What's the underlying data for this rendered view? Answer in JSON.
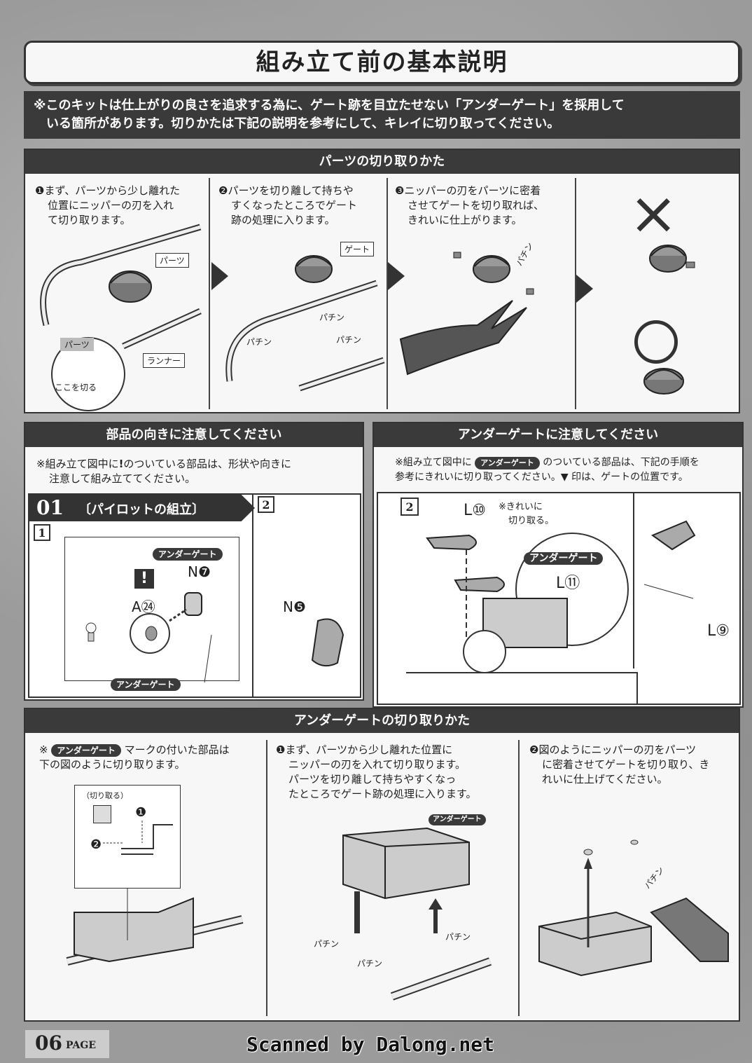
{
  "title": "組み立て前の基本説明",
  "intro": {
    "line1": "※このキットは仕上がりの良さを追求する為に、ゲート跡を目立たせない「アンダーゲート」を採用して",
    "line2": "　いる箇所があります。切りかたは下記の説明を参考にして、キレイに切り取ってください。"
  },
  "section_cut": {
    "header": "パーツの切り取りかた",
    "step1": {
      "line1": "❶まず、パーツから少し離れた",
      "line2": "位置にニッパーの刃を入れ",
      "line3": "て切り取ります。"
    },
    "step2": {
      "line1": "❷パーツを切り離して持ちや",
      "line2": "すくなったところでゲート",
      "line3": "跡の処理に入ります。"
    },
    "step3": {
      "line1": "❸ニッパーの刃をパーツに密着",
      "line2": "させてゲートを切り取れば、",
      "line3": "きれいに仕上がります。"
    },
    "labels": {
      "part": "パーツ",
      "runner": "ランナー",
      "cut_here": "ここを切る",
      "part_zoom": "パーツ",
      "gate": "ゲート",
      "snip1": "パチン",
      "snip2": "パチン",
      "snip3": "パチン",
      "snip4": "パチン"
    },
    "bad_mark": "×",
    "good_mark": "○"
  },
  "section_orient": {
    "header": "部品の向きに注意してください",
    "line1": "※組み立て図中に",
    "symbol": "!",
    "line1b": "のついている部品は、形状や向きに",
    "line2": "注意して組み立ててください。",
    "step_num": "01",
    "step_title": "〔パイロットの組立〕",
    "sub1": "1",
    "sub2": "2",
    "under_gate": "アンダーゲート",
    "under_gate2": "アンダーゲート",
    "part_n7": "N❼",
    "part_a24": "A㉔",
    "part_n5": "N❺"
  },
  "section_under": {
    "header": "アンダーゲートに注意してください",
    "line1a": "※組み立て図中に",
    "badge": "アンダーゲート",
    "line1b": "のついている部品は、下記の手順を",
    "line2": "参考にきれいに切り取ってください。▼ 印は、ゲートの位置です。",
    "sub2": "2",
    "part_l10": "L⑩",
    "note1": "※きれいに",
    "note2": "切り取る。",
    "under_gate": "アンダーゲート",
    "part_l11": "L⑪",
    "part_l9": "L⑨"
  },
  "section_undercut": {
    "header": "アンダーゲートの切り取りかた",
    "col1": {
      "prefix": "※",
      "badge": "アンダーゲート",
      "line1b": "マークの付いた部品は",
      "line2": "下の図のように切り取ります。",
      "cut_label": "（切り取る）",
      "n1": "❶",
      "n2": "❷"
    },
    "col2": {
      "line1": "❶まず、パーツから少し離れた位置に",
      "line2": "ニッパーの刃を入れて切り取ります。",
      "line3": "パーツを切り離して持ちやすくなっ",
      "line4": "たところでゲート跡の処理に入ります。",
      "under_gate": "アンダーゲート",
      "snip1": "パチン",
      "snip2": "パチン",
      "snip3": "パチン"
    },
    "col3": {
      "line1": "❷図のようにニッパーの刃をパーツ",
      "line2": "に密着させてゲートを切り取り、き",
      "line3": "れいに仕上げてください。",
      "snip": "パチン"
    }
  },
  "footer": {
    "page_num": "06",
    "page_word": "PAGE",
    "credit": "Scanned by Dalong.net"
  }
}
